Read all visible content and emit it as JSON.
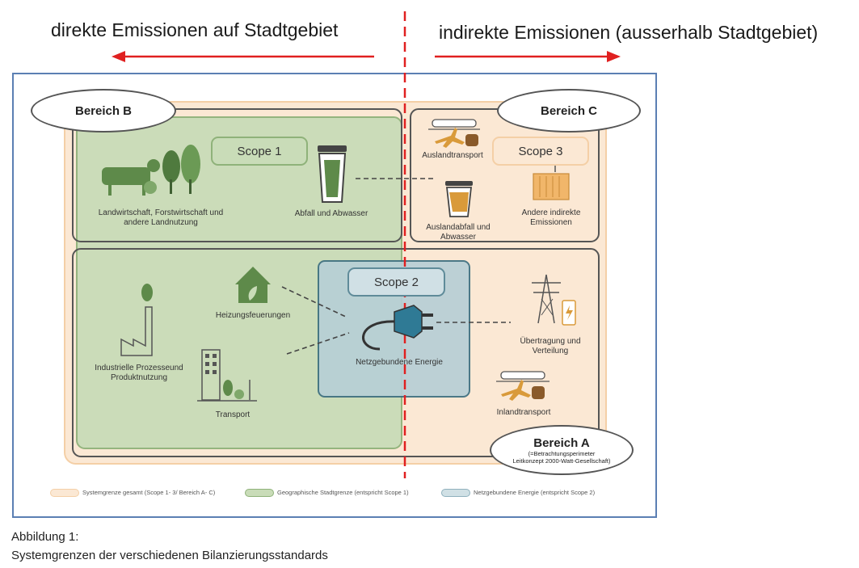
{
  "header": {
    "left": "direkte Emissionen auf Stadtgebiet",
    "right": "indirekte Emissionen (ausserhalb Stadtgebiet)"
  },
  "colors": {
    "red": "#e02020",
    "orange_fill": "#fbe8d4",
    "orange_border": "#f4cfa6",
    "green_fill": "#c9dcb8",
    "green_border": "#8fb27a",
    "blue_fill": "#b7cfd6",
    "blue_border": "#3d6f80",
    "frame": "#5b7fb3",
    "icon_green": "#5e8a4a",
    "icon_orange": "#d99a3a",
    "icon_blue": "#2f7a95"
  },
  "bereiche": {
    "b": "Bereich B",
    "c": "Bereich C",
    "a_title": "Bereich A",
    "a_sub1": "(=Betrachtungsperimeter",
    "a_sub2": "Leitkonzept 2000-Watt-Gesellschaft)"
  },
  "scopes": {
    "s1": "Scope 1",
    "s2": "Scope 2",
    "s3": "Scope 3"
  },
  "labels": {
    "landwirtschaft_1": "Landwirtschaft, Forstwirtschaft und",
    "landwirtschaft_2": "andere Landnutzung",
    "abfall": "Abfall und Abwasser",
    "auslandtransport": "Auslandtransport",
    "auslandabfall_1": "Auslandabfall und",
    "auslandabfall_2": "Abwasser",
    "andere_1": "Andere indirekte",
    "andere_2": "Emissionen",
    "heizung": "Heizungsfeuerungen",
    "industrie_1": "Industrielle  Prozesseund",
    "industrie_2": "Produktnutzung",
    "transport": "Transport",
    "netz": "Netzgebundene Energie",
    "uebertragung_1": "Übertragung und",
    "uebertragung_2": "Verteilung",
    "inlandtransport": "Inlandtransport"
  },
  "legend": {
    "item1": "Systemgrenze gesamt (Scope 1- 3/ Bereich A- C)",
    "item2": "Geographische Stadtgrenze (entspricht Scope 1)",
    "item3": "Netzgebundene Energie (entspricht Scope 2)"
  },
  "caption": {
    "line1": "Abbildung 1:",
    "line2": "Systemgrenzen der verschiedenen Bilanzierungsstandards"
  }
}
